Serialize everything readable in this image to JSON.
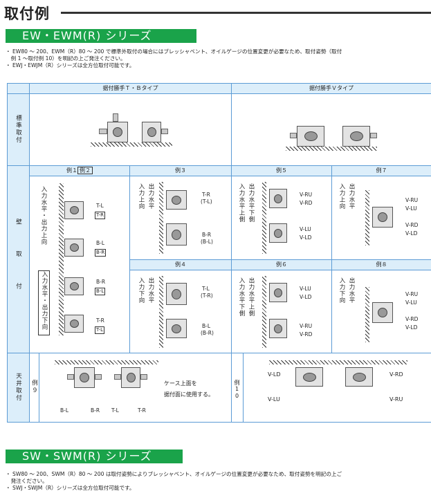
{
  "page_title": "取付例",
  "section1": {
    "banner": "EW・EWM(R) シリーズ",
    "notes": [
      "・ EW80 〜 200、EWM（R）80 〜 200 で標準外取付の場合にはブレッシャベント、オイルゲージの位置変更が必要なため、取付姿勢（取付",
      "　例 1 〜取付例 10）を明記の上ご発注ください。",
      "・ EWJ・EWJM（R）シリーズは全方位取付可能です。"
    ]
  },
  "table": {
    "header_tb": "据付勝手Ｔ・Ｂタイプ",
    "header_v": "据付勝手Ｖタイプ",
    "side_standard": "標準取付",
    "side_wall": "壁 取 付",
    "side_ceiling": "天井取付",
    "ex1": "例１",
    "ex2": "例２",
    "ex3": "例３",
    "ex4": "例４",
    "ex5": "例５",
    "ex6": "例６",
    "ex7": "例７",
    "ex8": "例８",
    "ex9": "例９",
    "ex10": "例10",
    "wall_note_up": "入力水平・出力上向",
    "wall_note_down": "入力水平・出力下向",
    "ex1_labels": [
      "T-L",
      "T-R",
      "B-L",
      "B-R",
      "B-R",
      "B-L",
      "T-R",
      "T-L"
    ],
    "ex3_in": "入力上向",
    "ex3_out": "出力水平",
    "ex3_labels": [
      "T-R",
      "(T-L)",
      "B-R",
      "(B-L)"
    ],
    "ex4_in": "入力下向",
    "ex4_out": "出力水平",
    "ex4_labels": [
      "T-L",
      "(T-R)",
      "B-L",
      "(B-R)"
    ],
    "ex5_in": "入力水平上側",
    "ex5_out": "出力水平下側",
    "ex5_labels": [
      "V-RU",
      "V-RD",
      "V-LU",
      "V-LD"
    ],
    "ex6_in": "入力水平下側",
    "ex6_out": "出力水平上側",
    "ex6_labels": [
      "V-LU",
      "V-LD",
      "V-RU",
      "V-RD"
    ],
    "ex7_in": "入力上向",
    "ex7_out": "出力水平",
    "ex7_labels": [
      "V-RU",
      "V-LU",
      "V-RD",
      "V-LD"
    ],
    "ex8_in": "入力下向",
    "ex8_out": "出力水平",
    "ex8_labels": [
      "V-RU",
      "V-LU",
      "V-RD",
      "V-LD"
    ],
    "ex9_labels": [
      "B-L",
      "B-R",
      "T-L",
      "T-R"
    ],
    "ex9_note1": "ケース上面を",
    "ex9_note2": "据付面に使用する。",
    "ex10_labels": [
      "V-LD",
      "V-RD",
      "V-LU",
      "V-RU"
    ]
  },
  "section2": {
    "banner": "SW・SWM(R) シリーズ",
    "notes": [
      "・ SW80 〜 200、SWM（R）80 〜 200 は取付姿勢によりブレッシャベント、オイルゲージの位置変更が必要なため、取付姿勢を明記の上ご",
      "　発注ください。",
      "・ SWJ・SWJM（R）シリーズは全方位取付可能です。"
    ]
  }
}
